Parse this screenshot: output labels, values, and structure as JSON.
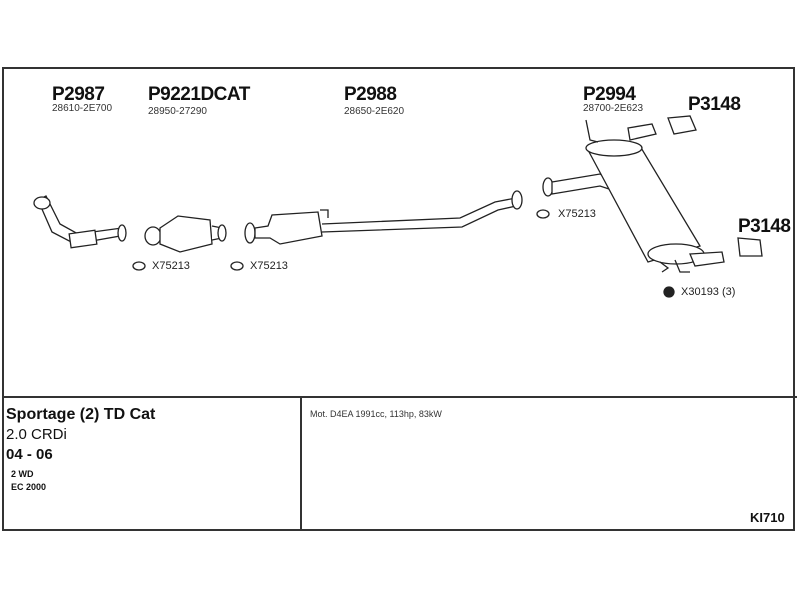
{
  "parts": [
    {
      "number": "P2987",
      "oe": "28610-2E700"
    },
    {
      "number": "P9221DCAT",
      "oe": "28950-27290"
    },
    {
      "number": "P2988",
      "oe": "28650-2E620"
    },
    {
      "number": "P2994",
      "oe": "28700-2E623"
    },
    {
      "number": "P3148"
    },
    {
      "number": "P3148"
    }
  ],
  "accessories": [
    "X75213",
    "X75213",
    "X75213",
    "X30193 (3)"
  ],
  "vehicle": {
    "model": "Sportage (2) TD Cat",
    "engine": "2.0 CRDi",
    "years": "04 - 06",
    "drive": "2 WD",
    "emission": "EC 2000"
  },
  "motor": "Mot. D4EA 1991cc, 113hp, 83kW",
  "code": "KI710"
}
